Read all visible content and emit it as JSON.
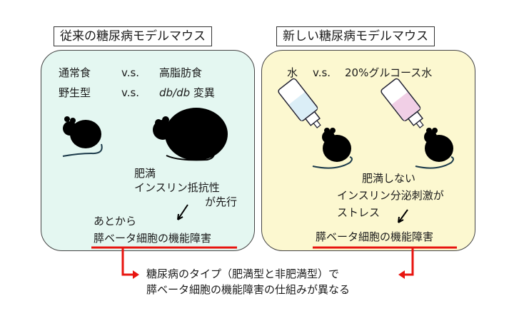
{
  "left": {
    "title": "従来の糖尿病モデルマウス",
    "row1": {
      "a": "通常食",
      "vs": "v.s.",
      "b": "高脂肪食"
    },
    "row2": {
      "a": "野生型",
      "vs": "v.s.",
      "b_italic": "db/db",
      "b_rest": " 変異"
    },
    "note": [
      "肥満",
      "インスリン抵抗性",
      "が先行"
    ],
    "result_pre": "あとから",
    "result": "膵ベータ細胞の機能障害",
    "bg": "#e4f7f1"
  },
  "right": {
    "title": "新しい糖尿病モデルマウス",
    "row1": {
      "a": "水",
      "vs": "v.s.",
      "b": "20%グルコース水"
    },
    "note": [
      "肥満しない",
      "インスリン分泌刺激が",
      "ストレス"
    ],
    "result": "膵ベータ細胞の機能障害",
    "bg": "#fcf8d0"
  },
  "conclusion": [
    "糖尿病のタイプ（肥満型と非肥満型）で",
    "膵ベータ細胞の機能障害の仕組みが異なる"
  ],
  "accent": "#e8140f"
}
